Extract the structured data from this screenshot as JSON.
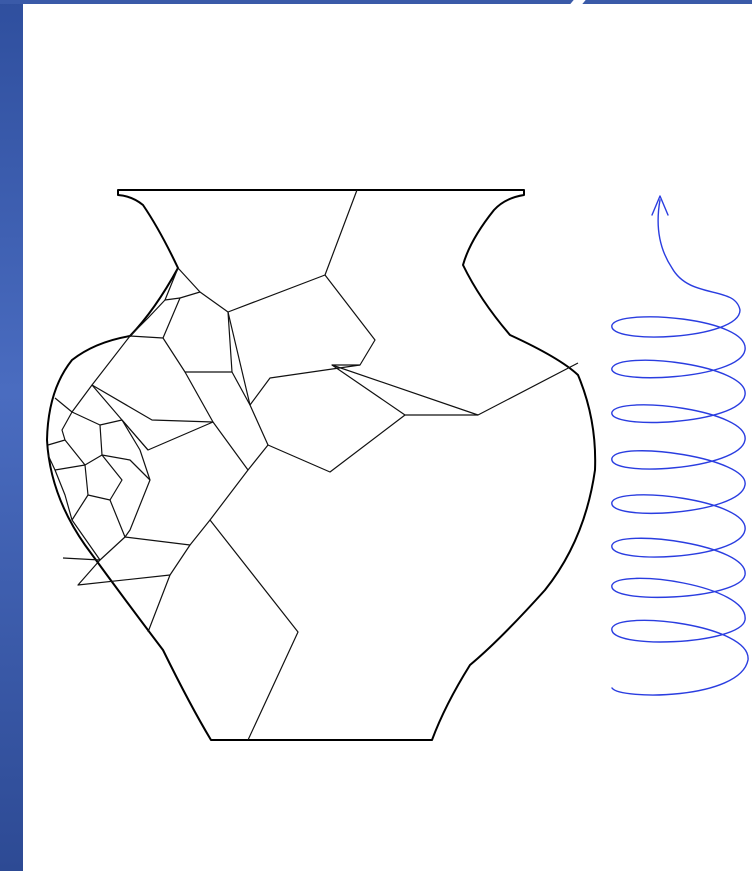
{
  "colors": {
    "frame_band": "#3a5aa8",
    "vase_stroke": "#000000",
    "crack_stroke": "#111111",
    "spring_stroke": "#2a3de0",
    "background": "#ffffff"
  },
  "figure": {
    "objects": [
      "vase-outline",
      "vase-cracks",
      "helical-spring-arrow"
    ]
  }
}
